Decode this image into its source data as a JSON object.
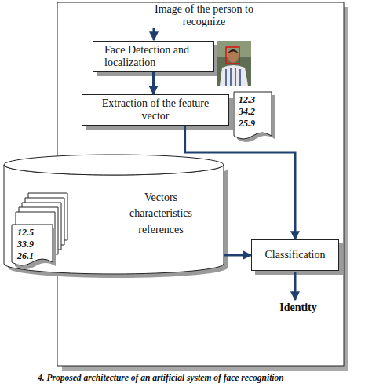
{
  "diagram": {
    "caption": "4. Proposed architecture of an artificial system of face recognition",
    "nodes": [
      {
        "text": [
          "Face Detection and localization"
        ]
      },
      {
        "text": [
          "Extraction of the feature vector"
        ]
      },
      {
        "text": [
          "Vectors characteristics references"
        ]
      },
      {
        "text": [
          "Classification"
        ]
      }
    ],
    "edges": [
      {
        "from": 0,
        "to": 1,
        "arrow": "to"
      },
      {
        "from": 1,
        "to": 3,
        "arrow": "to"
      },
      {
        "from": 2,
        "to": 3,
        "arrow": "to"
      }
    ],
    "labels": [
      "Image of the person to recognize",
      "12.3",
      "34.2",
      "25.9",
      "12.5",
      "33.9",
      "26.1",
      "Identity"
    ]
  }
}
